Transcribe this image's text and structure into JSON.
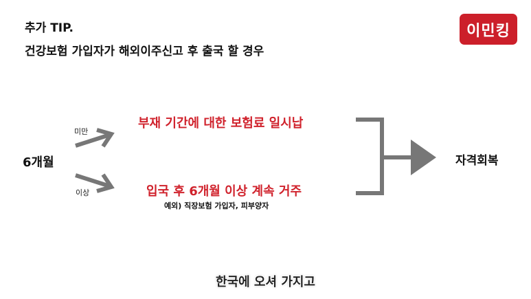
{
  "header": {
    "title_line1": "추가 TIP.",
    "title_line2": "건강보험 가입자가 해외이주신고 후 출국 할 경우",
    "logo_text": "이민킹"
  },
  "diagram": {
    "start_label": "6개월",
    "under_label": "미만",
    "over_label": "이상",
    "option_under": "부재 기간에 대한 보험료 일시납",
    "option_over": "입국 후 6개월 이상 계속 거주",
    "option_over_exception": "예외) 직장보험 가입자, 피부양자",
    "result_label": "자격회복"
  },
  "caption": {
    "subtitle": "한국에 오셔 가지고"
  },
  "colors": {
    "accent_red": "#d0222c",
    "arrow_gray": "#777777",
    "logo_bg": "#cc1f2a"
  },
  "icons": {
    "arrow_up": "arrow-up-right-icon",
    "arrow_down": "arrow-down-right-icon",
    "bracket": "bracket-connector",
    "arrow_result": "arrow-right-icon"
  }
}
